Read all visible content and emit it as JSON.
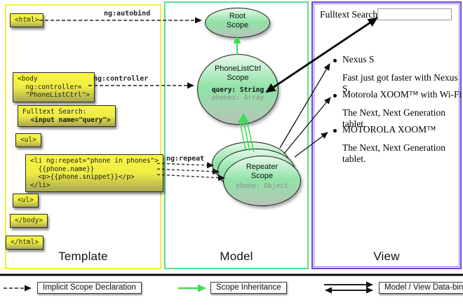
{
  "template_panel": {
    "title": "Template",
    "code": {
      "html_open": "<html>",
      "body_open_l1": "<body",
      "body_open_l2": "  ng:controller=",
      "body_open_l3": "  \"PhoneListCtrl\">",
      "fulltext_l1": "Fulltext Search:",
      "fulltext_l2": "  <input name=\"query\">",
      "ul_open": "<ul>",
      "li_l1": "<li ng:repeat=\"phone in phones\">",
      "li_l2": "  {{phone.name}}",
      "li_l3": "  <p>{{phone.snippet}}</p>",
      "li_l4": "</li>",
      "ul_close": "<ul>",
      "body_close": "</body>",
      "html_close": "</html>"
    },
    "directives": {
      "autobind": "ng:autobind",
      "controller": "ng:controller",
      "repeat": "ng:repeat"
    }
  },
  "model_panel": {
    "title": "Model",
    "root_scope": {
      "line1": "Root",
      "line2": "Scope"
    },
    "phonelist_scope": {
      "line1": "PhoneListCtrl",
      "line2": "Scope",
      "prop1": "query: String",
      "prop2": "phones: Array"
    },
    "repeater_scope": {
      "line1": "Repeater",
      "line2": "Scope",
      "prop1": "phone: Object"
    }
  },
  "view_panel": {
    "title": "View",
    "search_label": "Fulltext Search:",
    "search_value": "",
    "items": [
      {
        "name": "Nexus S",
        "snippet": "Fast just got faster with Nexus S."
      },
      {
        "name": "Motorola XOOM™ with Wi-Fi",
        "snippet": "The Next, Next Generation tablet."
      },
      {
        "name": "MOTOROLA XOOM™",
        "snippet": "The Next, Next Generation tablet."
      }
    ]
  },
  "legend": {
    "implicit": "Implicit Scope Declaration",
    "inheritance": "Scope Inheritance",
    "databinding": "Model / View Data-binding"
  },
  "colors": {
    "template_border": "#f2ee3a",
    "model_border": "#5be08f",
    "view_border": "#6b43d6",
    "green_arrow": "#3cdd58"
  }
}
